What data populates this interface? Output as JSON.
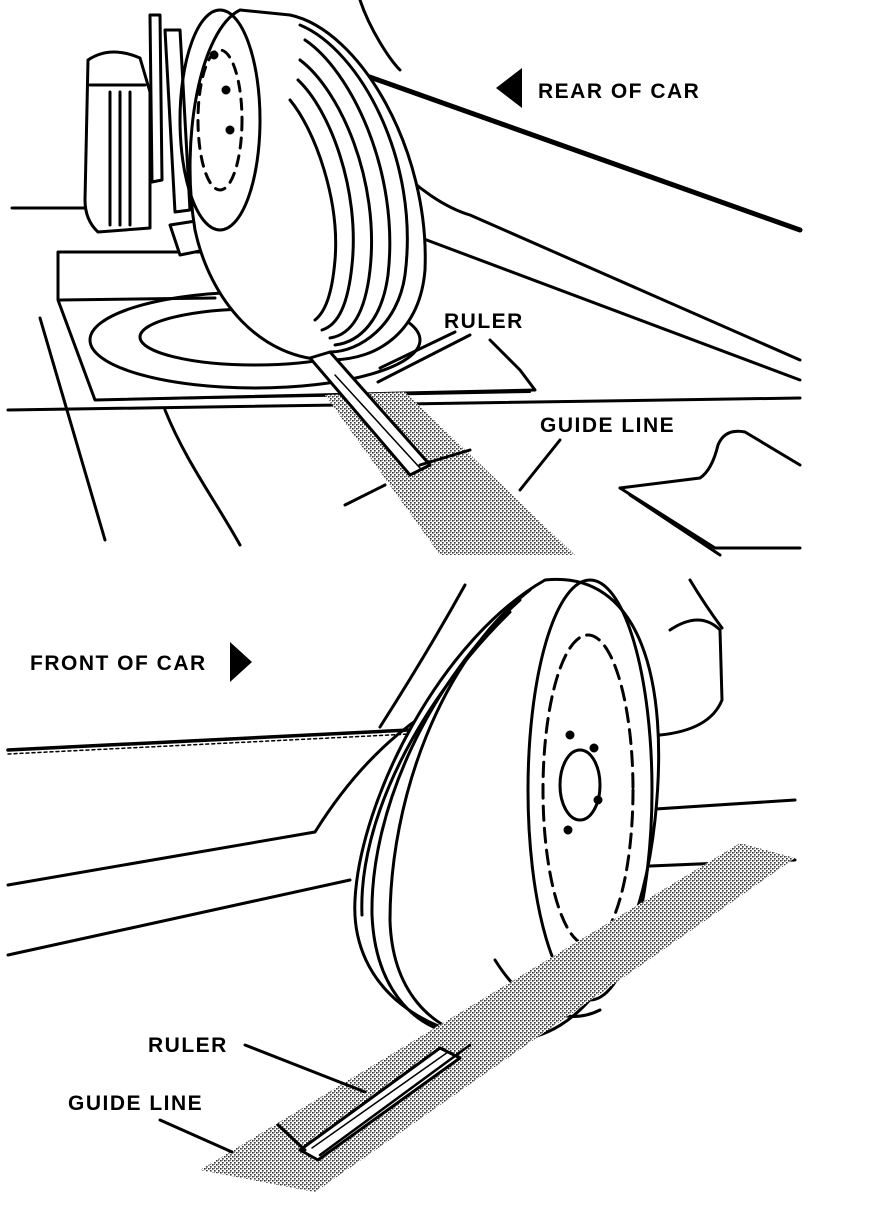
{
  "top_figure": {
    "direction_label": "REAR OF CAR",
    "ruler_label": "RULER",
    "guide_line_label": "GUIDE LINE"
  },
  "bottom_figure": {
    "direction_label": "FRONT OF CAR",
    "ruler_label": "RULER",
    "guide_line_label": "GUIDE LINE"
  },
  "colors": {
    "ink": "#000000",
    "paper": "#ffffff",
    "stipple": "#555555"
  }
}
